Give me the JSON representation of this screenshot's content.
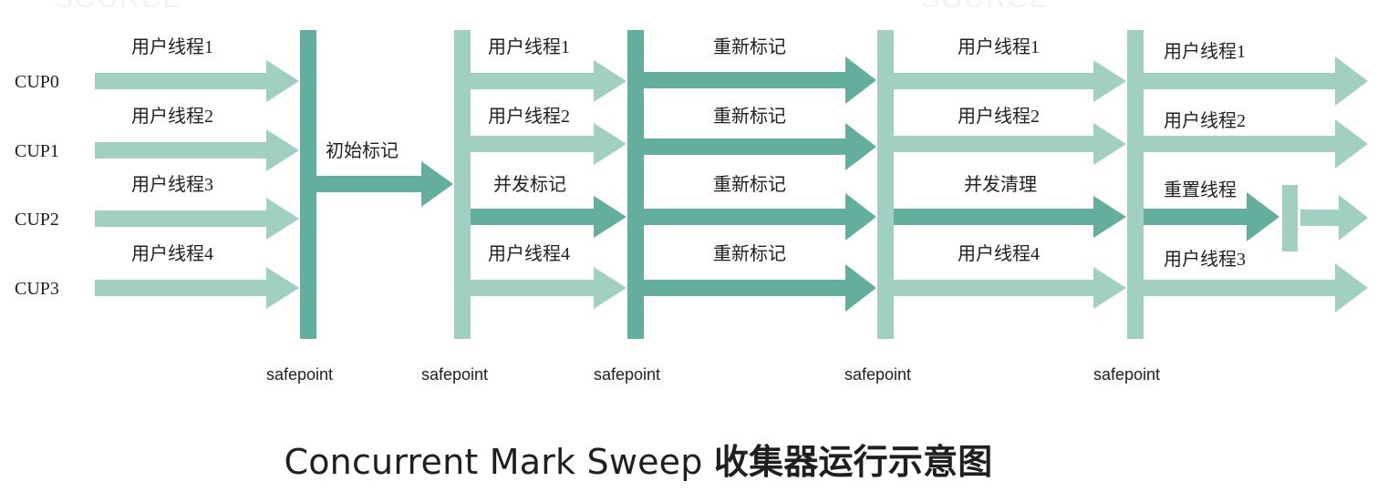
{
  "cpus": [
    "CUP0",
    "CUP1",
    "CUP2",
    "CUP3"
  ],
  "phase1": {
    "thread_labels": [
      "用户线程1",
      "用户线程2",
      "用户线程3",
      "用户线程4"
    ],
    "initial_mark_label": "初始标记"
  },
  "phase2": {
    "labels": [
      "用户线程1",
      "用户线程2",
      "并发标记",
      "用户线程4"
    ]
  },
  "phase3": {
    "labels": [
      "重新标记",
      "重新标记",
      "重新标记",
      "重新标记"
    ]
  },
  "phase4": {
    "labels": [
      "用户线程1",
      "用户线程2",
      "并发清理",
      "用户线程4"
    ]
  },
  "phase5": {
    "labels": [
      "用户线程1",
      "用户线程2",
      "重置线程",
      "用户线程3"
    ]
  },
  "safepoint_label": "safepoint",
  "title": {
    "latin": "Concurrent Mark Sweep ",
    "cjk": "收集器运行示意图"
  },
  "colors": {
    "light": "#a1cfc2",
    "dark": "#64ae9d",
    "text": "#1f1f1f"
  }
}
